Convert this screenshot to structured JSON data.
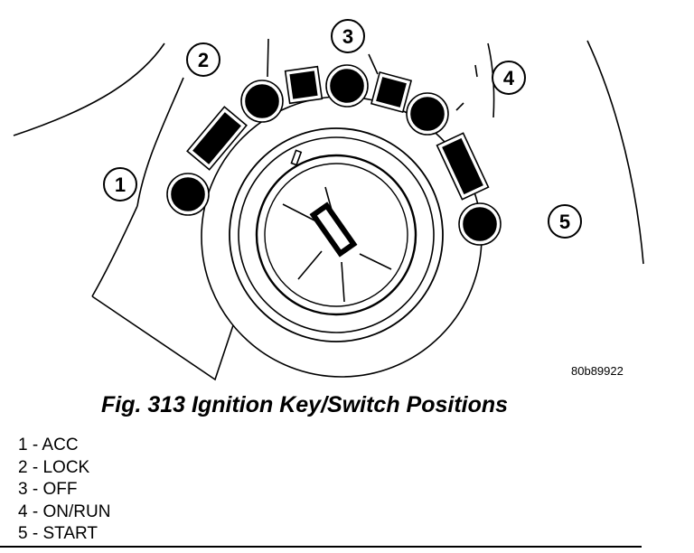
{
  "figure": {
    "code": "80b89922",
    "caption": "Fig. 313 Ignition Key/Switch Positions",
    "callouts": [
      "1",
      "2",
      "3",
      "4",
      "5"
    ]
  },
  "legend": [
    {
      "num": "1",
      "label": "ACC"
    },
    {
      "num": "2",
      "label": "LOCK"
    },
    {
      "num": "3",
      "label": "OFF"
    },
    {
      "num": "4",
      "label": "ON/RUN"
    },
    {
      "num": "5",
      "label": "START"
    }
  ]
}
